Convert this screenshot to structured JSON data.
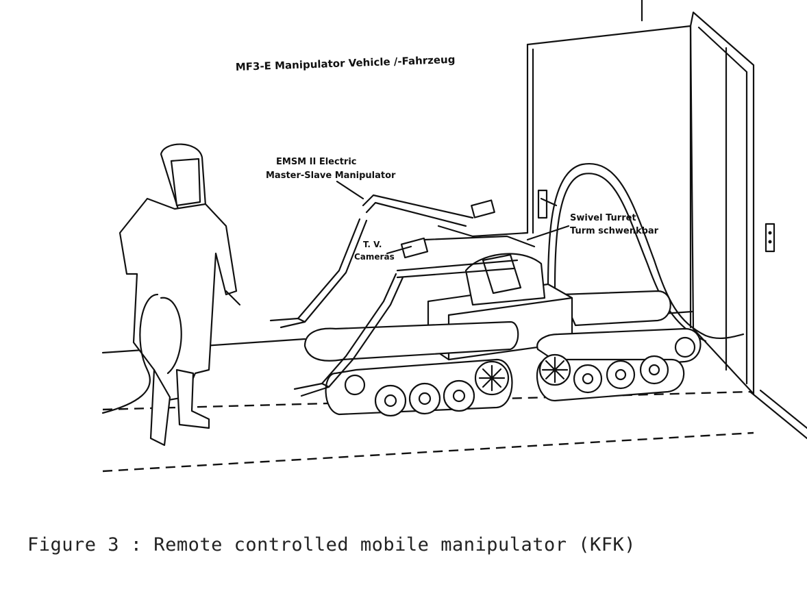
{
  "labels": {
    "title": "MF3-E Manipulator Vehicle /-Fahrzeug",
    "emsm_line1": "EMSM II  Electric",
    "emsm_line2": "Master-Slave Manipulator",
    "tv_line1": "T. V.",
    "tv_line2": "Cameras",
    "turret_line1": "Swivel  Turret",
    "turret_line2": "Turm schwenkbar"
  },
  "caption": "Figure 3 : Remote controlled mobile manipulator (KFK)"
}
